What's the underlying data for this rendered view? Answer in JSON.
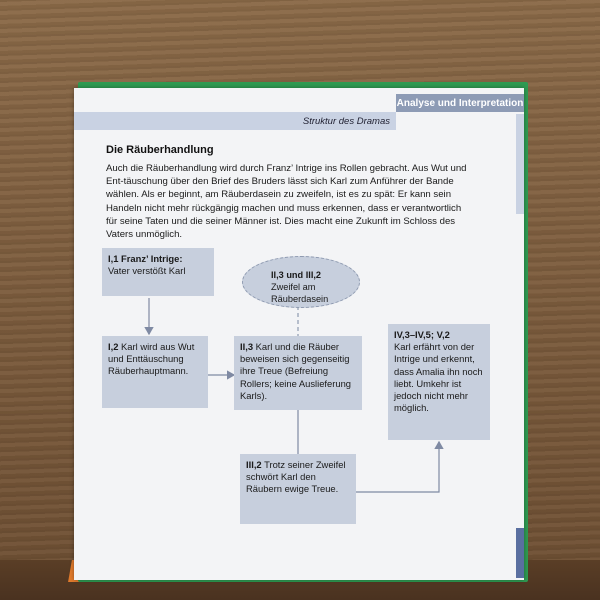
{
  "header": {
    "section_tab": "Analyse und Interpretation",
    "subheader": "Struktur des Dramas"
  },
  "section": {
    "title": "Die Räuberhandlung",
    "paragraph": "Auch die Räuberhandlung wird durch Franz’ Intrige ins Rollen gebracht. Aus Wut und Ent-täuschung über den Brief des Bruders lässt sich Karl zum Anführer der Bande wählen. Als er beginnt, am Räuberdasein zu zweifeln, ist es zu spät: Er kann sein Handeln nicht mehr rückgängig machen und muss erkennen, dass er verantwortlich für seine Taten und die seiner Männer ist. Dies macht eine Zukunft im Schloss des Vaters unmöglich."
  },
  "diagram": {
    "box1": {
      "ref": "I,1 Franz’ Intrige:",
      "text": "Vater verstößt Karl"
    },
    "box2": {
      "ref": "I,2",
      "text": "Karl wird aus Wut und Enttäuschung Räuberhauptmann."
    },
    "ellipse": {
      "ref": "II,3 und III,2",
      "text": "Zweifel am Räuberdasein"
    },
    "box3": {
      "ref": "II,3",
      "text": "Karl und die Räuber beweisen sich gegenseitig ihre Treue (Befreiung Rollers; keine Auslieferung Karls)."
    },
    "box4": {
      "ref": "III,2",
      "text": "Trotz seiner Zweifel schwört Karl den Räubern ewige Treue."
    },
    "box5": {
      "ref": "IV,3–IV,5; V,2",
      "text": "Karl erfährt von der Intrige und erkennt, dass Amalia ihn noch liebt. Umkehr ist jedoch nicht mehr möglich."
    }
  },
  "colors": {
    "box_fill": "#c7cfdd",
    "header_tab": "#8d9bb5",
    "subheader_bar": "#c9d2e3",
    "arrow": "#7f8aa3",
    "book_cover": "#2f9a52"
  }
}
